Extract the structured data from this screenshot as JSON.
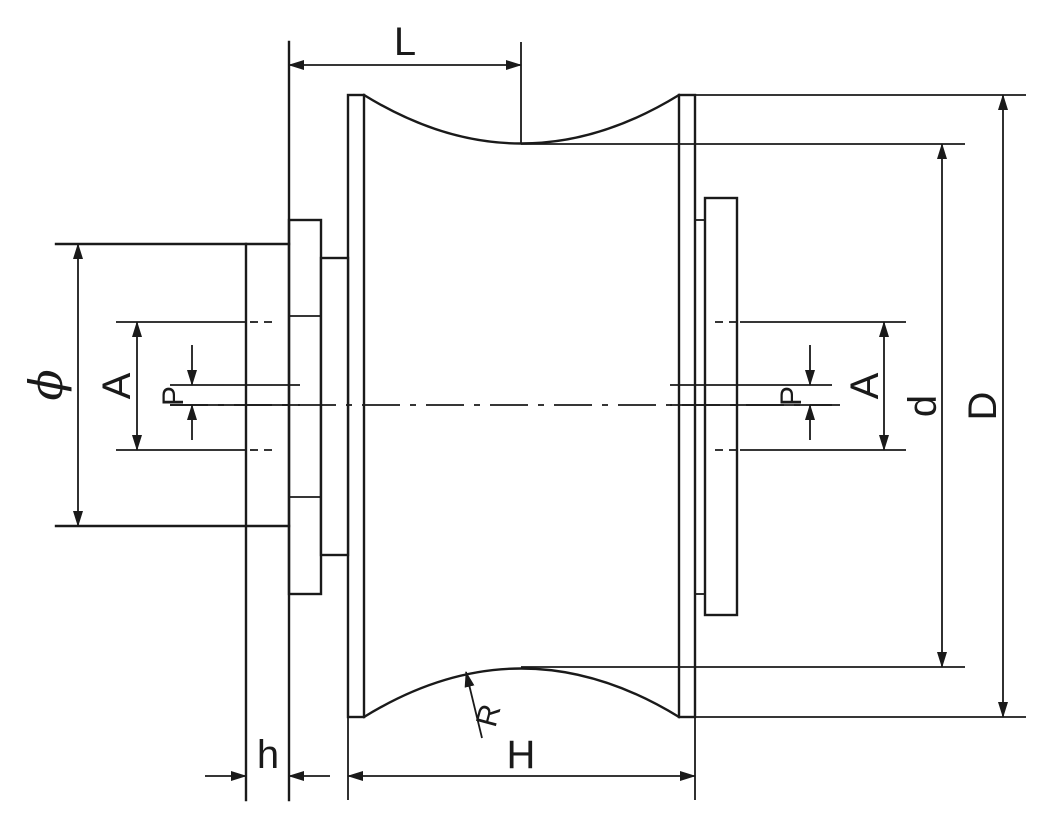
{
  "dimensions": {
    "L": "L",
    "H": "H",
    "h": "h",
    "D": "D",
    "d": "d",
    "phi": "ϕ",
    "A_left": "A",
    "P_left": "P",
    "A_right": "A",
    "P_right": "P",
    "R": "R"
  },
  "colors": {
    "line": "#1a1a1a",
    "background": "#ffffff"
  }
}
